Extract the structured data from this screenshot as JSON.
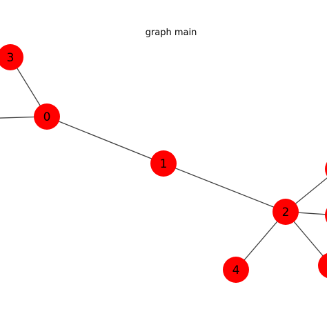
{
  "graph": {
    "title": "graph main",
    "node_color": "#ff0000",
    "edge_color": "#404040",
    "nodes": [
      {
        "id": "0",
        "label": "0"
      },
      {
        "id": "1",
        "label": "1"
      },
      {
        "id": "2",
        "label": "2"
      },
      {
        "id": "3",
        "label": "3"
      },
      {
        "id": "4",
        "label": "4"
      },
      {
        "id": "5",
        "label": ""
      },
      {
        "id": "6",
        "label": ""
      },
      {
        "id": "7",
        "label": ""
      },
      {
        "id": "8",
        "label": ""
      }
    ],
    "edges": [
      [
        "0",
        "1"
      ],
      [
        "0",
        "3"
      ],
      [
        "0",
        "5"
      ],
      [
        "1",
        "2"
      ],
      [
        "2",
        "4"
      ],
      [
        "2",
        "6"
      ],
      [
        "2",
        "7"
      ],
      [
        "2",
        "8"
      ]
    ]
  }
}
